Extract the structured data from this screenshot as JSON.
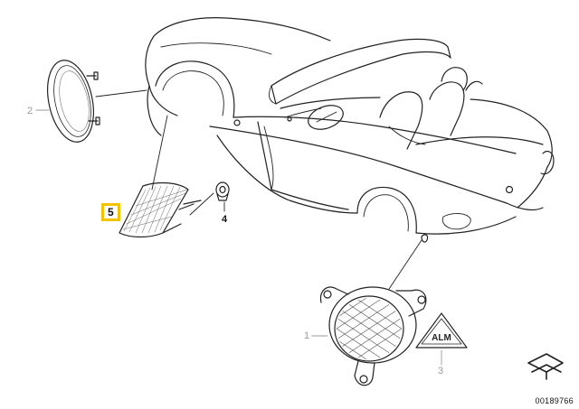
{
  "callouts": {
    "part_1": "1",
    "part_2": "2",
    "part_3": "3",
    "part_4": "4",
    "part_5": "5"
  },
  "warning_label_text": "ALM",
  "diagram_number": "00189766",
  "colors": {
    "line": "#222222",
    "leader_gray": "#9a9a9a",
    "highlight": "#f4c300",
    "background": "#ffffff"
  }
}
